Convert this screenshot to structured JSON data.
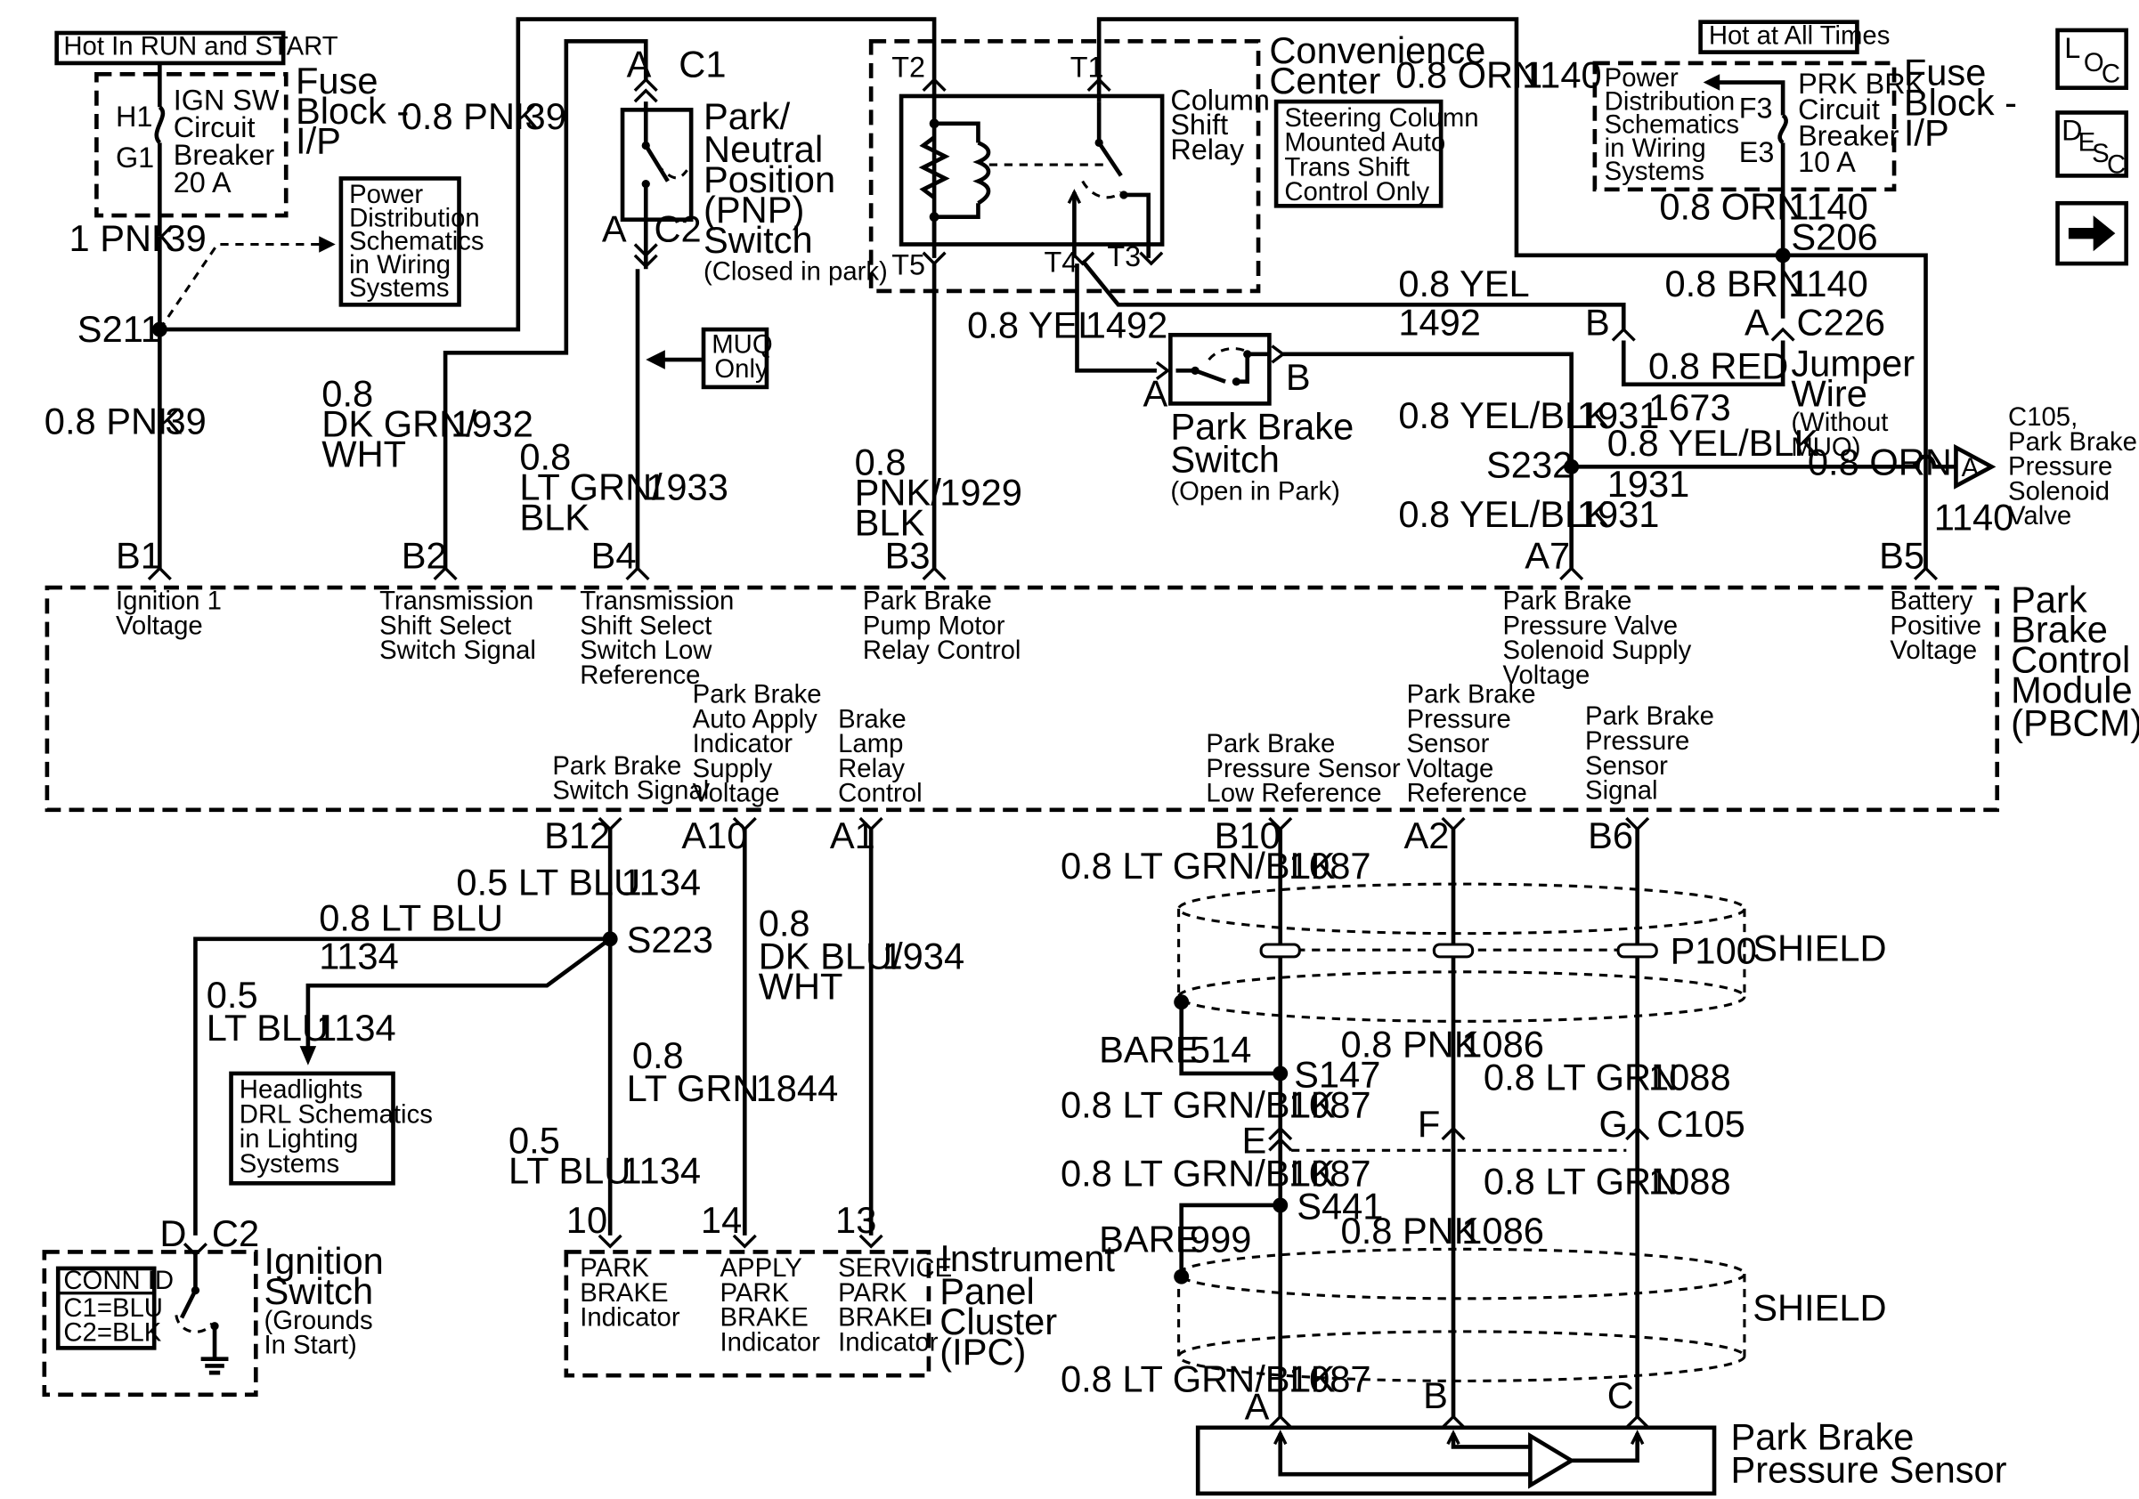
{
  "labels": {
    "hot_run_start": "Hot In RUN and START",
    "hot_all_times": "Hot at All Times",
    "fuse_block_left": [
      "Fuse",
      "Block -",
      "I/P"
    ],
    "fuse_block_right": [
      "Fuse",
      "Block -",
      "I/P"
    ],
    "ign_sw_breaker": [
      "IGN SW",
      "Circuit",
      "Breaker",
      "20 A"
    ],
    "prk_brk_breaker": [
      "PRK BRK",
      "Circuit",
      "Breaker",
      "10 A"
    ],
    "h1": "H1",
    "g1": "G1",
    "f3": "F3",
    "e3": "E3",
    "power_dist_left": [
      "Power",
      "Distribution",
      "Schematics",
      "in Wiring",
      "Systems"
    ],
    "power_dist_right": [
      "Power",
      "Distribution",
      "Schematics",
      "in Wiring",
      "Systems"
    ],
    "pnp_switch": [
      "Park/",
      "Neutral",
      "Position",
      "(PNP)",
      "Switch"
    ],
    "pnp_closed": "(Closed in park)",
    "pnp_a_top": "A",
    "pnp_c1": "C1",
    "pnp_a_bot": "A",
    "pnp_c2": "C2",
    "muq_only": [
      "MUQ",
      "Only"
    ],
    "convenience_center": [
      "Convenience",
      "Center"
    ],
    "column_shift_relay": [
      "Column",
      "Shift",
      "Relay"
    ],
    "steering_note": [
      "Steering Column",
      "Mounted Auto",
      "Trans Shift",
      "Control Only"
    ],
    "t1": "T1",
    "t2": "T2",
    "t3": "T3",
    "t4": "T4",
    "t5": "T5",
    "park_brake_switch": [
      "Park Brake",
      "Switch"
    ],
    "pbs_open": "(Open in Park)",
    "pbs_a": "A",
    "pbs_b": "B",
    "jumper_wire": [
      "Jumper",
      "Wire"
    ],
    "jumper_note": [
      "(Without",
      "MUQ)"
    ],
    "c226": "C226",
    "c226_a": "A",
    "c226_b": "B",
    "c105_ref": [
      "C105,",
      "Park Brake",
      "Pressure",
      "Solenoid",
      "Valve"
    ],
    "c105_tri": "A",
    "pbcm": [
      "Park",
      "Brake",
      "Control",
      "Module",
      "(PBCM)"
    ],
    "top_pins": [
      "B1",
      "B2",
      "B4",
      "B3",
      "A7",
      "B5"
    ],
    "pin_desc_top": [
      [
        "Ignition 1",
        "Voltage"
      ],
      [
        "Transmission",
        "Shift Select",
        "Switch Signal"
      ],
      [
        "Transmission",
        "Shift Select",
        "Switch Low",
        "Reference"
      ],
      [
        "Park Brake",
        "Pump Motor",
        "Relay Control"
      ],
      [
        "Park Brake",
        "Pressure Valve",
        "Solenoid Supply",
        "Voltage"
      ],
      [
        "Battery",
        "Positive",
        "Voltage"
      ]
    ],
    "pin_desc_bottom": [
      [
        "Park Brake",
        "Switch Signal"
      ],
      [
        "Park Brake",
        "Auto Apply",
        "Indicator",
        "Supply",
        "Voltage"
      ],
      [
        "Brake",
        "Lamp",
        "Relay",
        "Control"
      ],
      [
        "Park Brake",
        "Pressure Sensor",
        "Low Reference"
      ],
      [
        "Park Brake",
        "Pressure",
        "Sensor",
        "Voltage",
        "Reference"
      ],
      [
        "Park Brake",
        "Pressure",
        "Sensor",
        "Signal"
      ]
    ],
    "bottom_pins": [
      "B12",
      "A10",
      "A1",
      "B10",
      "A2",
      "B6"
    ],
    "splices": [
      "S211",
      "S206",
      "S232",
      "S223",
      "S147",
      "S441"
    ],
    "shield": "SHIELD",
    "p100": "P100",
    "c105": "C105",
    "c105_e": "E",
    "c105_f": "F",
    "c105_g": "G",
    "headlights": [
      "Headlights",
      "DRL Schematics",
      "in Lighting",
      "Systems"
    ],
    "ignition_switch": [
      "Ignition",
      "Switch"
    ],
    "ign_grounds": [
      "(Grounds",
      "In Start)"
    ],
    "conn_id": [
      "CONN ID",
      "C1=BLU",
      "C2=BLK"
    ],
    "ign_d": "D",
    "ign_c2": "C2",
    "ipc": [
      "Instrument",
      "Panel",
      "Cluster",
      "(IPC)"
    ],
    "ipc_pins": [
      "10",
      "14",
      "13"
    ],
    "ipc_ind": [
      [
        "PARK",
        "BRAKE",
        "Indicator"
      ],
      [
        "APPLY",
        "PARK",
        "BRAKE",
        "Indicator"
      ],
      [
        "SERVICE",
        "PARK",
        "BRAKE",
        "Indicator"
      ]
    ],
    "sensor": [
      "Park Brake",
      "Pressure Sensor"
    ],
    "sensor_pins": [
      "A",
      "B",
      "C"
    ]
  },
  "wires": {
    "w_08pnk39_top": [
      "0.8 PNK",
      "39"
    ],
    "w_1pnk39": [
      "1 PNK",
      "39"
    ],
    "w_08pnk39_mid": [
      "0.8 PNK",
      "39"
    ],
    "w_1932": [
      "0.8",
      "DK GRN/",
      "WHT",
      "1932"
    ],
    "w_1933": [
      "0.8",
      "LT GRN/",
      "BLK",
      "1933"
    ],
    "w_1929": [
      "0.8",
      "PNK/",
      "BLK",
      "1929"
    ],
    "w_1140_top": [
      "0.8 ORN",
      "1140"
    ],
    "w_1140_mid": [
      "0.8 ORN",
      "1140"
    ],
    "w_1140_brn": [
      "0.8 BRN",
      "1140"
    ],
    "w_1140_bot": [
      "0.8 ORN",
      "1140"
    ],
    "w_1492_a": [
      "0.8 YEL",
      "1492"
    ],
    "w_1492_b": [
      "0.8 YEL",
      "1492"
    ],
    "w_1673": [
      "0.8 RED",
      "1673"
    ],
    "w_1931_a": [
      "0.8 YEL/BLK",
      "1931"
    ],
    "w_1931_b": [
      "0.8 YEL/BLK",
      "1931"
    ],
    "w_1931_c": [
      "0.8 YEL/BLK",
      "1931"
    ],
    "w_1134_a": [
      "0.5 LT BLU",
      "1134"
    ],
    "w_1134_b": [
      "0.8 LT BLU",
      "1134"
    ],
    "w_1134_c": [
      "0.5",
      "LT BLU",
      "1134"
    ],
    "w_1134_d": [
      "0.5",
      "LT BLU",
      "1134"
    ],
    "w_1934": [
      "0.8",
      "DK BLU/",
      "WHT",
      "1934"
    ],
    "w_1844": [
      "0.8",
      "LT GRN",
      "1844"
    ],
    "w_1087_a": [
      "0.8 LT GRN/BLK",
      "1087"
    ],
    "w_1087_b": [
      "0.8 LT GRN/BLK",
      "1087"
    ],
    "w_1087_c": [
      "0.8 LT GRN/BLK",
      "1087"
    ],
    "w_1087_d": [
      "0.8 LT GRN/BLK",
      "1087"
    ],
    "w_514": [
      "BARE",
      "514"
    ],
    "w_999": [
      "BARE",
      "999"
    ],
    "w_1086_a": [
      "0.8 PNK",
      "1086"
    ],
    "w_1086_b": [
      "0.8 PNK",
      "1086"
    ],
    "w_1088_a": [
      "0.8 LT GRN",
      "1088"
    ],
    "w_1088_b": [
      "0.8 LT GRN",
      "1088"
    ]
  },
  "nav": {
    "loc": [
      "L",
      "O",
      "C"
    ],
    "desc": [
      "D",
      "E",
      "S",
      "C"
    ],
    "next_icon": "right-arrow-icon"
  }
}
